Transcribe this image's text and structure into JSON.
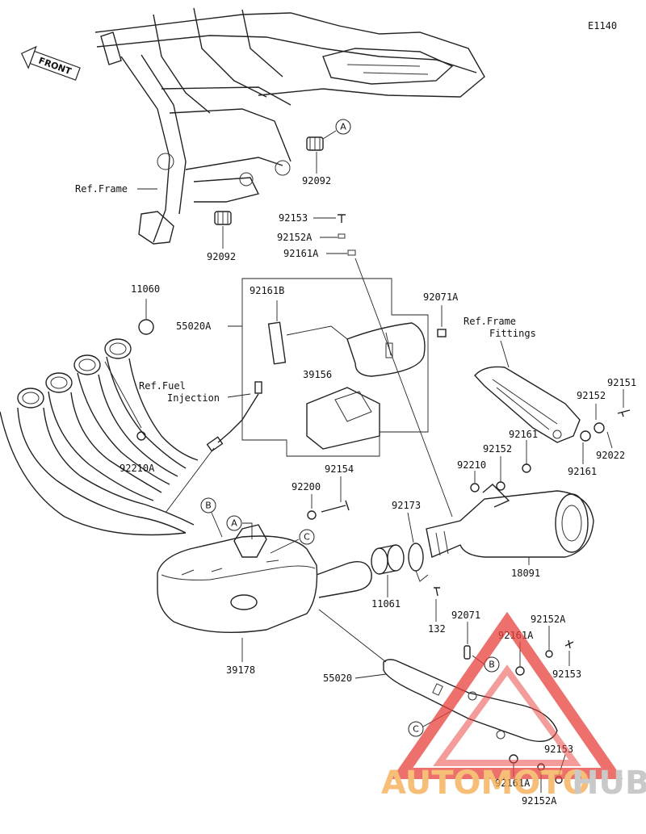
{
  "diagram_code": "E1140",
  "front_label": "FRONT",
  "ref_labels": {
    "frame": "Ref.Frame",
    "fuel_injection_1": "Ref.Fuel",
    "fuel_injection_2": "Injection",
    "frame_fittings_1": "Ref.Frame",
    "frame_fittings_2": "Fittings"
  },
  "callouts": {
    "a1": "A",
    "a2": "A",
    "b1": "B",
    "b2": "B",
    "c1": "C",
    "c2": "C"
  },
  "parts": {
    "p92092_upper": "92092",
    "p92092_lower": "92092",
    "p92153_top": "92153",
    "p92152A_top": "92152A",
    "p92161A_top": "92161A",
    "p11060": "11060",
    "p92161B": "92161B",
    "p55020A": "55020A",
    "p92071A": "92071A",
    "p39156": "39156",
    "p92151": "92151",
    "p92152_right": "92152",
    "p92161_right": "92161",
    "p92022": "92022",
    "p92161_right2": "92161",
    "p92152_mid": "92152",
    "p92210_right": "92210",
    "p92210A": "92210A",
    "p92154": "92154",
    "p92200": "92200",
    "p92173": "92173",
    "p18091": "18091",
    "p11061": "11061",
    "p132": "132",
    "p39178": "39178",
    "p55020": "55020",
    "p92071": "92071",
    "p92161A_bottom": "92161A",
    "p92152A_bottom": "92152A",
    "p92153_bottom": "92153",
    "p92153_bottom2": "92153",
    "p92161A_bottom2": "92161A",
    "p92152A_bottom2": "92152A"
  },
  "watermark": {
    "text_a": "AUTOMOTO",
    "text_b": "HUB",
    "color_orange": "#f5a94a",
    "color_gray": "#b8b8b8",
    "color_red": "#e8413c"
  }
}
